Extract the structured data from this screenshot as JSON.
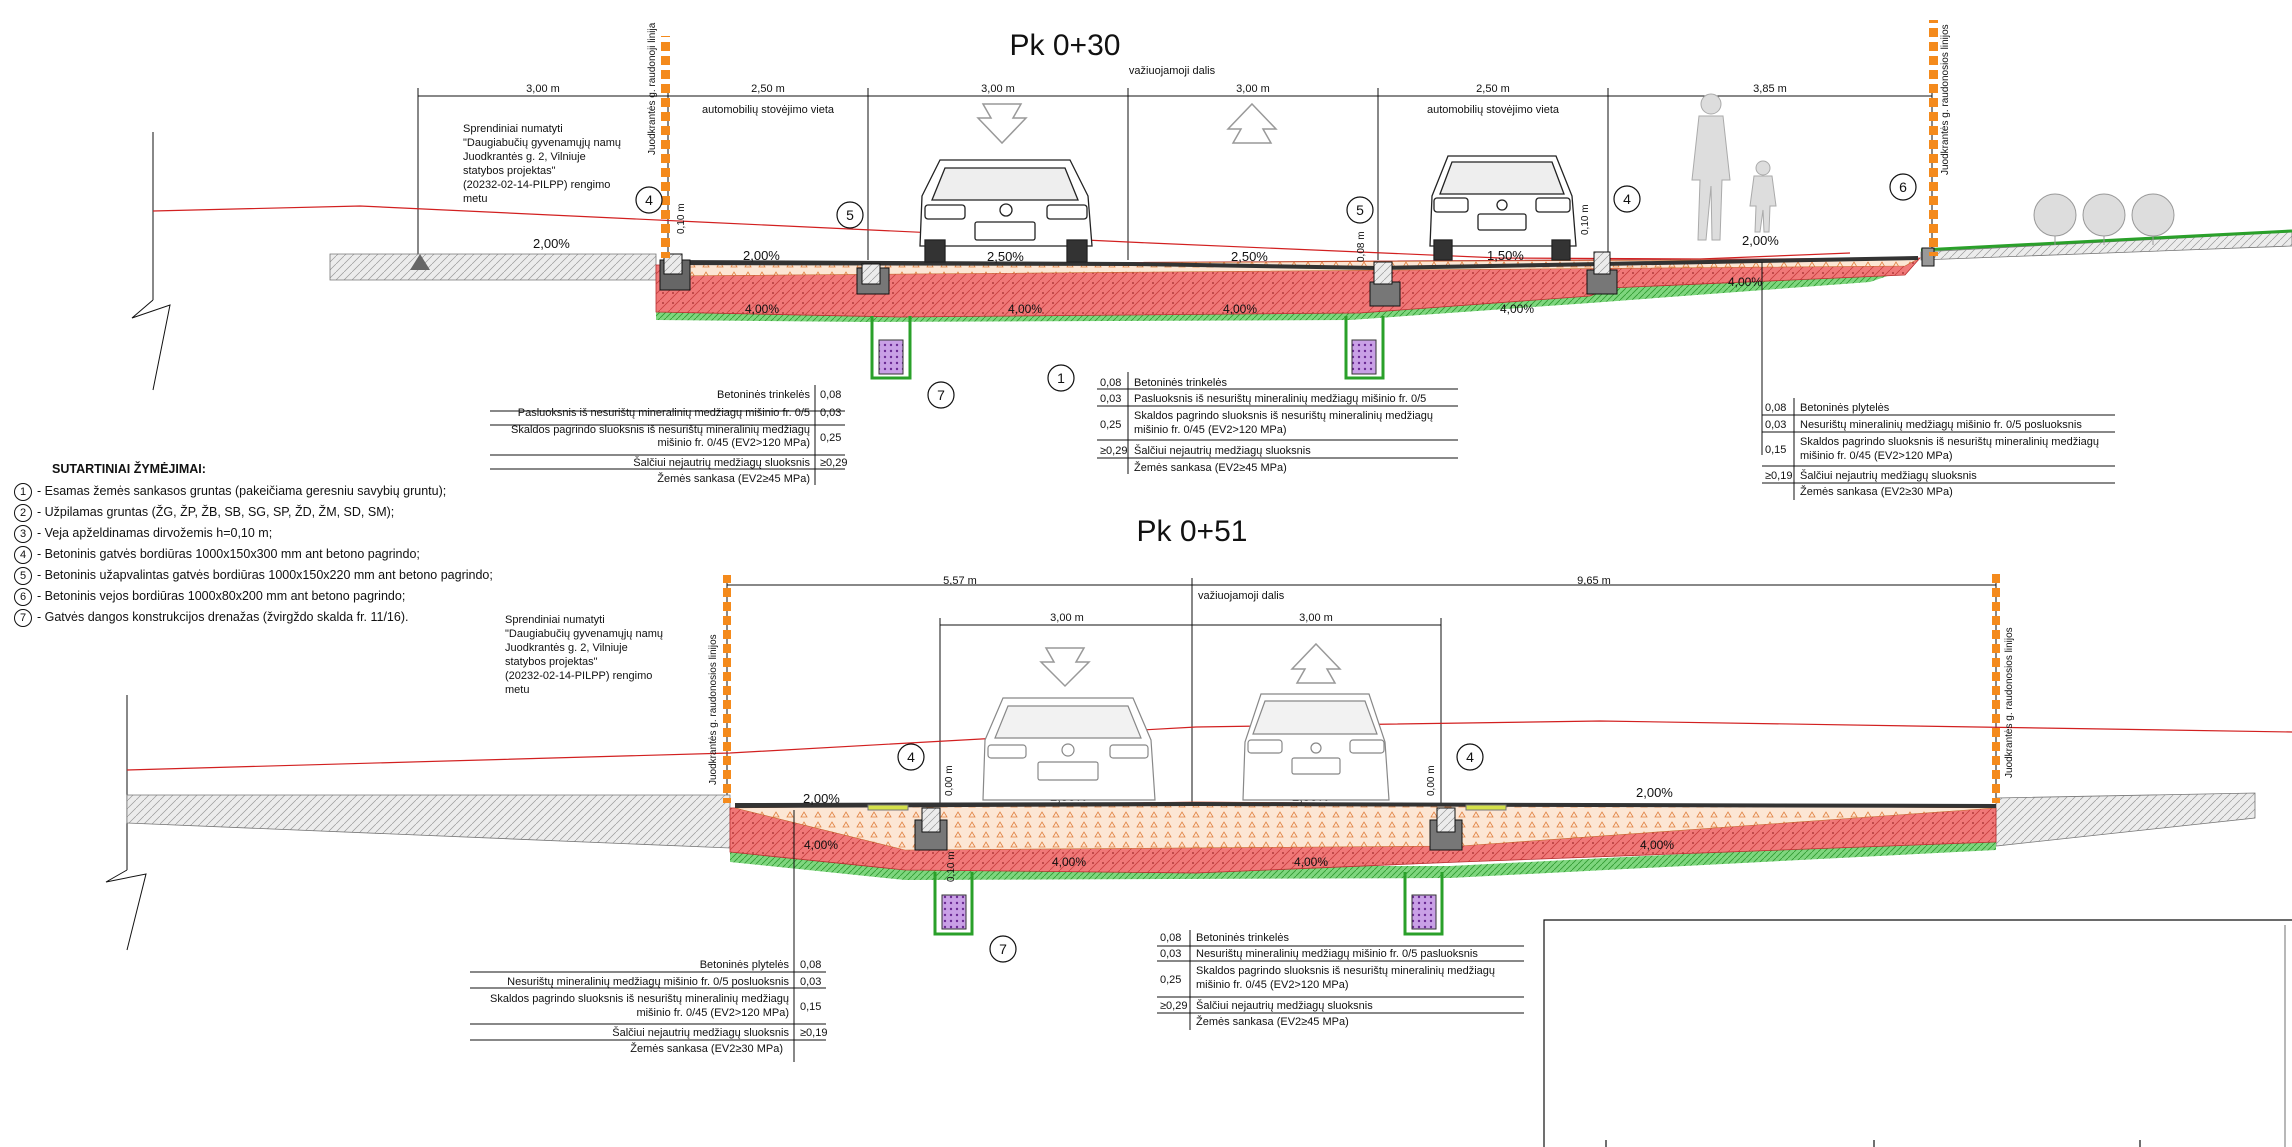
{
  "sections": [
    {
      "title": "Pk 0+30",
      "carriageway_label": "važiuojamoji dalis",
      "dimensions": [
        "3,00 m",
        "2,50 m",
        "3,00 m",
        "3,00 m",
        "2,50 m",
        "3,85 m"
      ],
      "parking_labels": [
        "automobilių stovėjimo vieta",
        "automobilių stovėjimo vieta"
      ],
      "red_line_labels": [
        "Juodkrantės g. raudonoji linija",
        "Juodkrantės g. raudonosios linijos"
      ],
      "note": [
        "Sprendiniai numatyti",
        "\"Daugiabučių gyvenamųjų namų",
        "Juodkrantės g. 2, Vilniuje",
        "statybos projektas\"",
        "(20232-02-14-PILPP) rengimo",
        "metu"
      ],
      "slopes_top": [
        "2,00%",
        "2,00%",
        "2,50%",
        "2,50%",
        "1,50%",
        "2,00%"
      ],
      "slopes_bottom": [
        "4,00%",
        "4,00%",
        "4,00%",
        "4,00%",
        "4,00%"
      ],
      "heights": [
        "0,10 m",
        "0,08 m",
        "0,10 m"
      ],
      "markers": [
        "4",
        "5",
        "5",
        "4",
        "6",
        "7",
        "1"
      ],
      "layer_tables": [
        {
          "rows": [
            {
              "label": "Betoninės trinkelės",
              "value": "0,08"
            },
            {
              "label": "Pasluoksnis iš nesurištų mineralinių medžiagų mišinio fr. 0/5",
              "value": "0,03"
            },
            {
              "label": "Skaldos pagrindo sluoksnis iš nesurištų mineralinių medžiagų",
              "label2": "mišinio fr. 0/45 (EV2>120 MPa)",
              "value": "0,25"
            },
            {
              "label": "Šalčiui nejautrių medžiagų sluoksnis",
              "value": "≥0,29"
            },
            {
              "label": "Žemės sankasa (EV2≥45 MPa)",
              "value": ""
            }
          ]
        },
        {
          "rows": [
            {
              "label": "Betoninės trinkelės",
              "value": "0,08"
            },
            {
              "label": "Pasluoksnis iš nesurištų mineralinių medžiagų mišinio fr. 0/5",
              "value": "0,03"
            },
            {
              "label": "Skaldos pagrindo sluoksnis iš nesurištų mineralinių medžiagų",
              "label2": "mišinio fr. 0/45 (EV2>120 MPa)",
              "value": "0,25"
            },
            {
              "label": "Šalčiui nejautrių medžiagų sluoksnis",
              "value": "≥0,29"
            },
            {
              "label": "Žemės sankasa (EV2≥45 MPa)",
              "value": ""
            }
          ]
        },
        {
          "rows": [
            {
              "label": "Betoninės plytelės",
              "value": "0,08"
            },
            {
              "label": "Nesurištų mineralinių medžiagų mišinio fr. 0/5 posluoksnis",
              "value": "0,03"
            },
            {
              "label": "Skaldos pagrindo sluoksnis iš nesurištų mineralinių medžiagų",
              "label2": "mišinio fr. 0/45 (EV2>120 MPa)",
              "value": "0,15"
            },
            {
              "label": "Šalčiui nejautrių medžiagų sluoksnis",
              "value": "≥0,19"
            },
            {
              "label": "Žemės sankasa (EV2≥30 MPa)",
              "value": ""
            }
          ]
        }
      ]
    },
    {
      "title": "Pk 0+51",
      "carriageway_label": "važiuojamoji dalis",
      "dimensions": [
        "5,57 m",
        "9,65 m",
        "3,00 m",
        "3,00 m"
      ],
      "red_line_labels": [
        "Juodkrantės g. raudonosios linijos",
        "Juodkrantės g. raudonosios linijos"
      ],
      "note": [
        "Sprendiniai numatyti",
        "\"Daugiabučių gyvenamųjų namų",
        "Juodkrantės g. 2, Vilniuje",
        "statybos projektas\"",
        "(20232-02-14-PILPP) rengimo",
        "metu"
      ],
      "slopes_top": [
        "2,00%",
        "2,50%",
        "2,50%",
        "2,00%"
      ],
      "slopes_bottom": [
        "4,00%",
        "4,00%",
        "4,00%",
        "4,00%"
      ],
      "heights": [
        "0,00 m",
        "0,00 m",
        "0,10 m"
      ],
      "markers": [
        "4",
        "4",
        "7"
      ],
      "layer_tables": [
        {
          "rows": [
            {
              "label": "Betoninės plytelės",
              "value": "0,08"
            },
            {
              "label": "Nesurištų mineralinių medžiagų mišinio fr. 0/5 posluoksnis",
              "value": "0,03"
            },
            {
              "label": "Skaldos pagrindo sluoksnis iš nesurištų mineralinių medžiagų",
              "label2": "mišinio fr. 0/45 (EV2>120 MPa)",
              "value": "0,15"
            },
            {
              "label": "Šalčiui nejautrių medžiagų sluoksnis",
              "value": "≥0,19"
            },
            {
              "label": "Žemės sankasa (EV2≥30 MPa)",
              "value": ""
            }
          ]
        },
        {
          "rows": [
            {
              "label": "Betoninės trinkelės",
              "value": "0,08"
            },
            {
              "label": "Nesurištų mineralinių medžiagų mišinio fr. 0/5 pasluoksnis",
              "value": "0,03"
            },
            {
              "label": "Skaldos pagrindo sluoksnis iš nesurištų mineralinių medžiagų",
              "label2": "mišinio fr. 0/45 (EV2>120 MPa)",
              "value": "0,25"
            },
            {
              "label": "Šalčiui nejautrių medžiagų sluoksnis",
              "value": "≥0,29"
            },
            {
              "label": "Žemės sankasa (EV2≥45 MPa)",
              "value": ""
            }
          ]
        }
      ]
    }
  ],
  "legend": {
    "title": "SUTARTINIAI ŽYMĖJIMAI:",
    "items": [
      {
        "num": "1",
        "text": "- Esamas žemės sankasos gruntas (pakeičiama geresniu savybių gruntu);"
      },
      {
        "num": "2",
        "text": "- Užpilamas gruntas (ŽG, ŽP, ŽB, SB, SG, SP, ŽD, ŽM, SD, SM);"
      },
      {
        "num": "3",
        "text": "- Veja apželdinamas dirvožemis h=0,10 m;"
      },
      {
        "num": "4",
        "text": "- Betoninis gatvės bordiūras 1000x150x300 mm ant betono pagrindo;"
      },
      {
        "num": "5",
        "text": "- Betoninis užapvalintas gatvės bordiūras 1000x150x220 mm ant betono pagrindo;"
      },
      {
        "num": "6",
        "text": "- Betoninis vejos bordiūras 1000x80x200 mm ant betono pagrindo;"
      },
      {
        "num": "7",
        "text": "- Gatvės dangos konstrukcijos drenažas (žvirgždo skalda fr. 11/16)."
      }
    ]
  },
  "colors": {
    "red_line": "#d22020",
    "pavement": "#f07f7f",
    "base": "#fbe3d2",
    "grass": "#5cc85c",
    "drain": "#b37ad6",
    "orange": "#f48a1c"
  }
}
